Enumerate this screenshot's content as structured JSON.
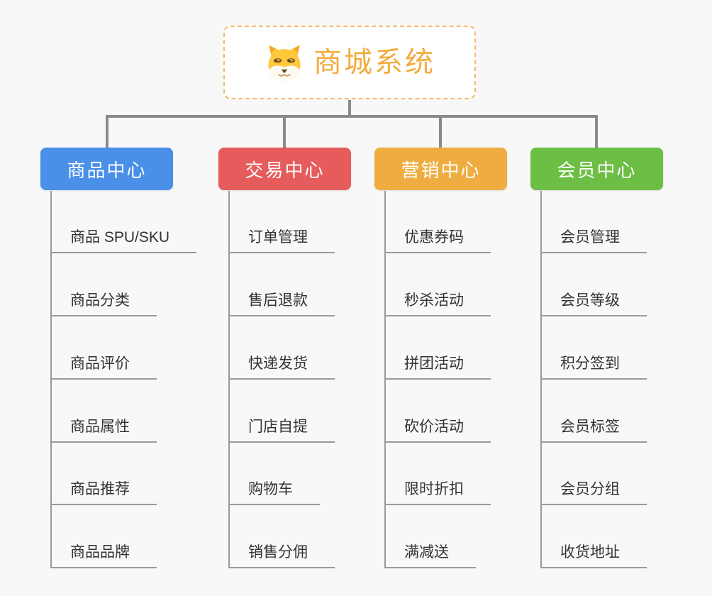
{
  "root": {
    "title": "商城系统",
    "icon": "shiba-dog-icon",
    "accent_color": "#f2ac3e"
  },
  "branches": [
    {
      "label": "商品中心",
      "color": "#4a8fe8",
      "items": [
        "商品 SPU/SKU",
        "商品分类",
        "商品评价",
        "商品属性",
        "商品推荐",
        "商品品牌"
      ]
    },
    {
      "label": "交易中心",
      "color": "#e65c5c",
      "items": [
        "订单管理",
        "售后退款",
        "快递发货",
        "门店自提",
        "购物车",
        "销售分佣"
      ]
    },
    {
      "label": "营销中心",
      "color": "#efad41",
      "items": [
        "优惠券码",
        "秒杀活动",
        "拼团活动",
        "砍价活动",
        "限时折扣",
        "满减送"
      ]
    },
    {
      "label": "会员中心",
      "color": "#6cbe44",
      "items": [
        "会员管理",
        "会员等级",
        "积分签到",
        "会员标签",
        "会员分组",
        "收货地址"
      ]
    }
  ]
}
